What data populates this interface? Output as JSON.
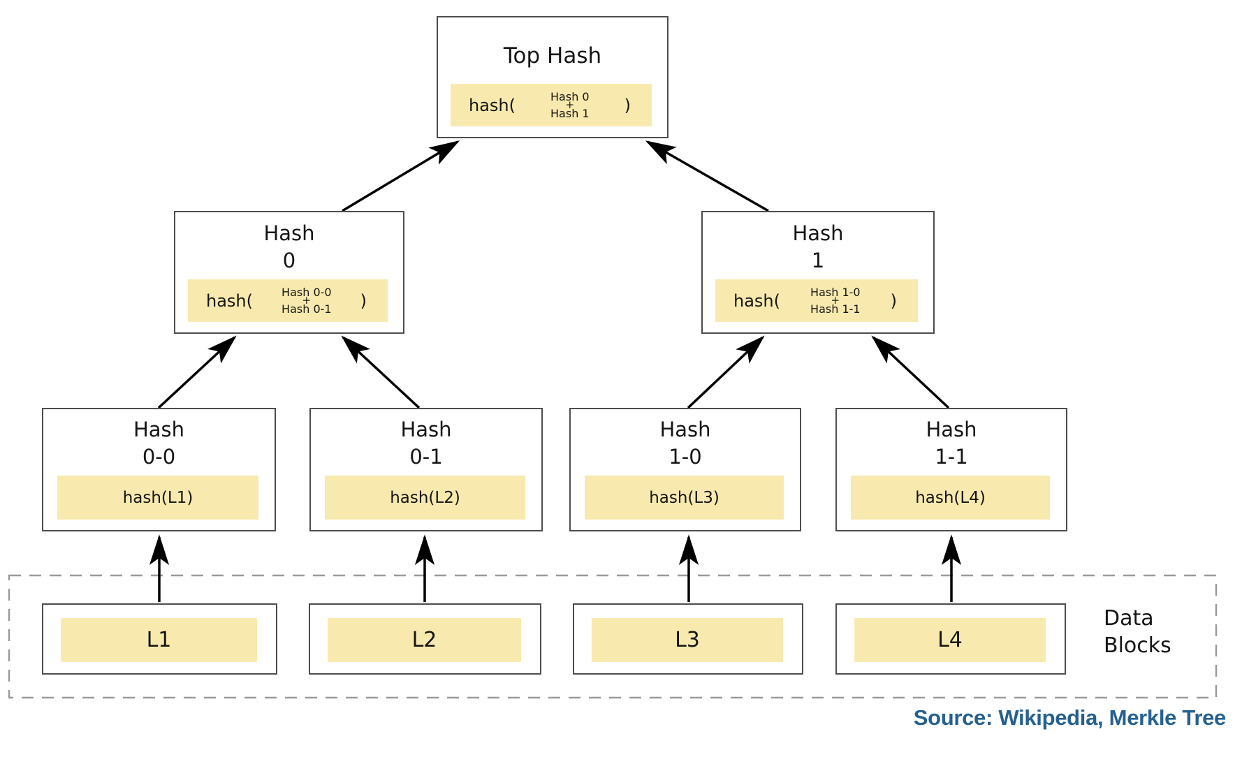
{
  "colors": {
    "yellow": "#f8eaae",
    "border": "#4d4d4d",
    "arrow": "#000000",
    "dashed": "#9a9a9a",
    "text": "#151515",
    "source": "#26618f",
    "bg": "#ffffff"
  },
  "nodes": {
    "top": {
      "title": "Top Hash",
      "formula": {
        "prefix": "hash(",
        "top": "Hash 0",
        "op": "+",
        "bottom": "Hash 1",
        "suffix": ")"
      }
    },
    "h0": {
      "title1": "Hash",
      "title2": "0",
      "formula": {
        "prefix": "hash(",
        "top": "Hash 0-0",
        "op": "+",
        "bottom": "Hash 0-1",
        "suffix": ")"
      }
    },
    "h1": {
      "title1": "Hash",
      "title2": "1",
      "formula": {
        "prefix": "hash(",
        "top": "Hash 1-0",
        "op": "+",
        "bottom": "Hash 1-1",
        "suffix": ")"
      }
    },
    "h00": {
      "title1": "Hash",
      "title2": "0-0",
      "formula_text": "hash(L1)"
    },
    "h01": {
      "title1": "Hash",
      "title2": "0-1",
      "formula_text": "hash(L2)"
    },
    "h10": {
      "title1": "Hash",
      "title2": "1-0",
      "formula_text": "hash(L3)"
    },
    "h11": {
      "title1": "Hash",
      "title2": "1-1",
      "formula_text": "hash(L4)"
    }
  },
  "leaves": [
    "L1",
    "L2",
    "L3",
    "L4"
  ],
  "data_blocks_label": {
    "line1": "Data",
    "line2": "Blocks"
  },
  "source_text": "Source: Wikipedia, Merkle Tree"
}
